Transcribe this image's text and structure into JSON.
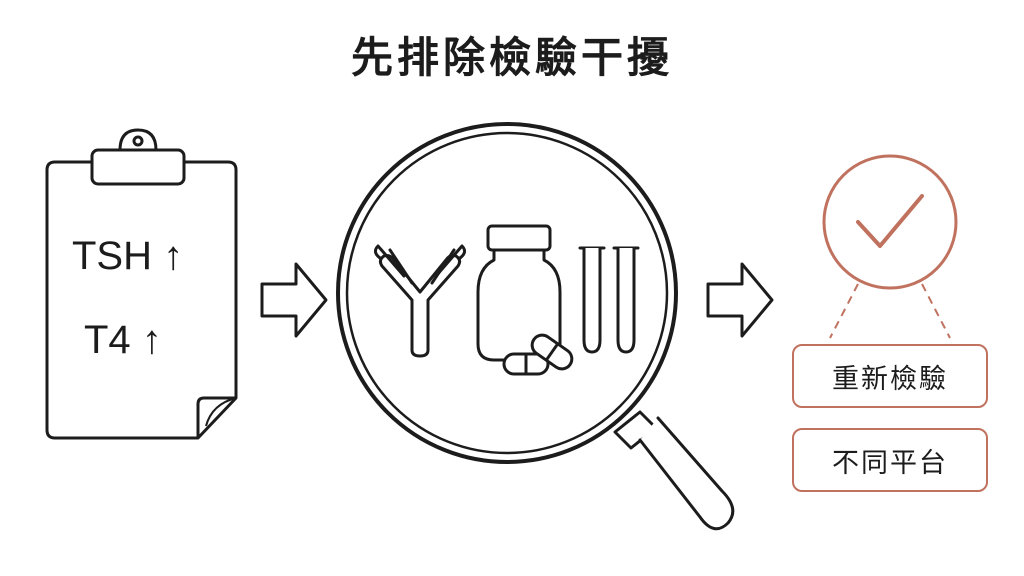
{
  "title": "先排除檢驗干擾",
  "clipboard": {
    "lines": [
      "TSH ↑",
      "T4 ↑"
    ]
  },
  "magnifier": {
    "icons": [
      "antibody-icon",
      "pill-bottle-icon",
      "capsule-icon",
      "test-tube-icon"
    ]
  },
  "outcome": {
    "icon": "check-circle-icon",
    "actions": [
      "重新檢驗",
      "不同平台"
    ]
  },
  "colors": {
    "ink": "#1c1c1c",
    "accent": "#c0725f"
  }
}
